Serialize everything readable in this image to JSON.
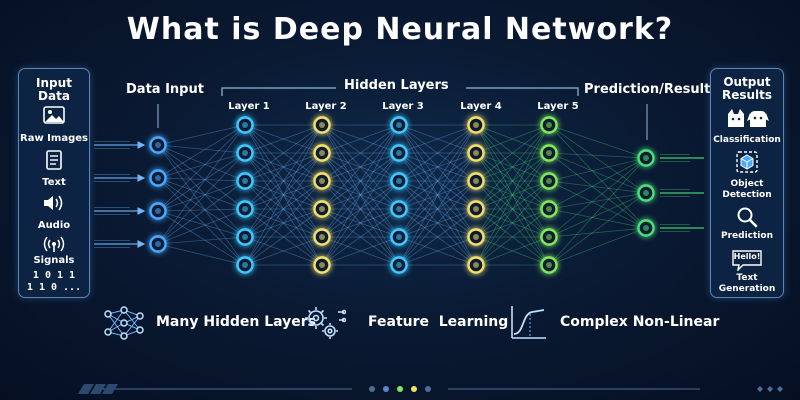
{
  "title": "What is Deep Neural Network?",
  "sections": {
    "data_input": "Data Input",
    "hidden_layers": "Hidden Layers",
    "prediction_result": "Prediction/Result"
  },
  "layers": [
    "Layer 1",
    "Layer 2",
    "Layer 3",
    "Layer 4",
    "Layer 5"
  ],
  "input_panel": {
    "title_line1": "Input",
    "title_line2": "Data",
    "items": [
      {
        "label": "Raw Images",
        "icon": "image-icon"
      },
      {
        "label": "Text",
        "icon": "document-icon"
      },
      {
        "label": "Audio",
        "icon": "speaker-icon"
      },
      {
        "label": "Signals",
        "icon": "signal-icon"
      }
    ],
    "binary_line1": "1 0 1 1",
    "binary_line2": "1 1 0 ..."
  },
  "output_panel": {
    "title_line1": "Output",
    "title_line2": "Results",
    "items": [
      {
        "label": "Classification",
        "icon": "cat-dog-icon"
      },
      {
        "label_line1": "Object",
        "label_line2": "Detection",
        "icon": "cube-detection-icon"
      },
      {
        "label": "Prediction",
        "icon": "magnifier-icon"
      },
      {
        "label_line1": "Text",
        "label_line2": "Generation",
        "icon": "speech-bubble-icon",
        "bubble_text": "Hello!"
      }
    ]
  },
  "features": [
    {
      "label": "Many Hidden Layers",
      "icon": "network-icon"
    },
    {
      "label": "Feature  Learning",
      "icon": "gears-icon"
    },
    {
      "label": "Complex Non-Linear",
      "icon": "curve-graph-icon"
    }
  ],
  "colors": {
    "input": "#4aa8ff",
    "layer_blue": "#3ec8ff",
    "layer_yellow": "#f2e06b",
    "layer_green": "#7ee85a",
    "output": "#48e07a",
    "edge": "#6fb6ff"
  }
}
